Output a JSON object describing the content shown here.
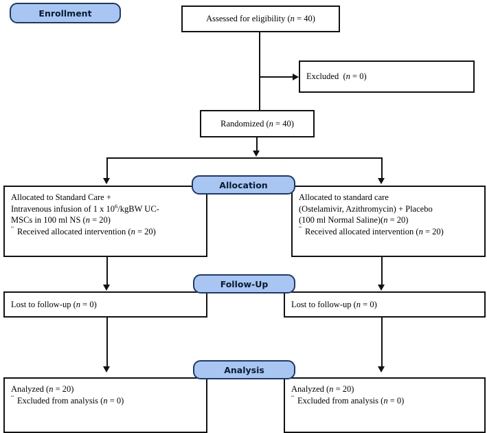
{
  "diagram": {
    "title": "CONSORT participant flow diagram",
    "colors": {
      "badge_fill": "#a9c6f2",
      "badge_border": "#1f3864",
      "box_border": "#111111",
      "box_fill": "#ffffff",
      "text": "#000000"
    }
  },
  "stages": {
    "enrollment": "Enrollment",
    "allocation": "Allocation",
    "followup": "Follow-Up",
    "analysis": "Analysis"
  },
  "enrollment": {
    "assessed": {
      "label": "Assessed for eligibility",
      "n_prefix": "(",
      "n_var": "n",
      "n_eq": " = ",
      "n_value": "40",
      "n_suffix": ")",
      "full_text": "Assessed for eligibility (n = 40)"
    },
    "excluded": {
      "label": "Excluded",
      "n_var": "n",
      "n_value": "0",
      "full_text": "Excluded  (n = 0)"
    },
    "randomized": {
      "label": "Randomized",
      "n_var": "n",
      "n_value": "40",
      "full_text": "Randomized (n = 40)"
    }
  },
  "allocation": {
    "left": {
      "line1": "Allocated to Standard Care +",
      "line2_a": "Intravenous infusion of 1 x 10",
      "line2_sup": "6",
      "line2_b": "/kgBW UC-",
      "line3_a": "MSCs in 100 ml NS (",
      "line3_var": "n",
      "line3_b": " = 20)",
      "bullet_mark": "¨",
      "line4_a": "Received allocated intervention (",
      "line4_var": "n",
      "line4_b": " = 20)",
      "n_allocated": "20",
      "n_received": "20"
    },
    "right": {
      "line1": "Allocated to standard care",
      "line2": "(Ostelamivir, Azithromycin) + Placebo",
      "line3_a": "(100 ml Normal Saline)(",
      "line3_var": "n",
      "line3_b": " = 20)",
      "bullet_mark": "¨",
      "line4_a": "Received allocated intervention (",
      "line4_var": "n",
      "line4_b": " = 20)",
      "n_allocated": "20",
      "n_received": "20"
    }
  },
  "followup": {
    "left": {
      "line1_a": "Lost to follow-up (",
      "line1_var": "n",
      "line1_b": " = 0)",
      "n_lost": "0"
    },
    "right": {
      "line1_a": "Lost to follow-up (",
      "line1_var": "n",
      "line1_b": " = 0)",
      "n_lost": "0"
    }
  },
  "analysis": {
    "left": {
      "line1_a": "Analyzed (",
      "line1_var": "n",
      "line1_b": " = 20)",
      "bullet_mark": "¨",
      "line2_a": "Excluded from analysis (",
      "line2_var": "n",
      "line2_b": " = 0)",
      "n_analyzed": "20",
      "n_excluded": "0"
    },
    "right": {
      "line1_a": "Analyzed (",
      "line1_var": "n",
      "line1_b": " = 20)",
      "bullet_mark": "¨",
      "line2_a": "Excluded from analysis (",
      "line2_var": "n",
      "line2_b": " = 0)",
      "n_analyzed": "20",
      "n_excluded": "0"
    }
  }
}
